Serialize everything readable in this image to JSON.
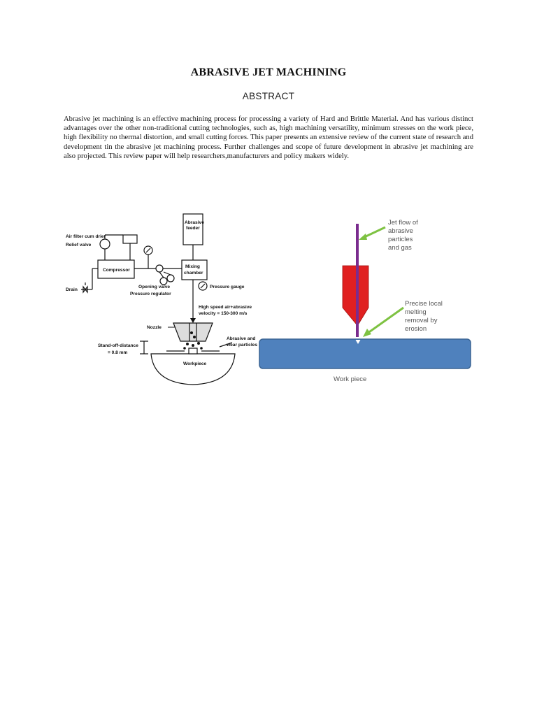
{
  "document": {
    "title": "ABRASIVE JET MACHINING",
    "section_heading": "ABSTRACT",
    "abstract_text": "Abrasive jet machining is an effective machining process for processing a variety of Hard and Brittle Material. And has various distinct advantages over the other non-traditional cutting technologies, such as, high machining versatility, minimum stresses on the work piece, high flexibility no thermal distortion, and small cutting forces. This paper presents an extensive review of the current state of research and development tin the abrasive jet machining process. Further challenges and scope of future development in abrasive jet machining are also projected. This review paper will help researchers,manufacturers and policy makers widely."
  },
  "diagram_left": {
    "labels": {
      "abrasive_feeder_1": "Abrasive",
      "abrasive_feeder_2": "feeder",
      "air_filter": "Air filter cum drier",
      "relief_valve": "Relief valve",
      "compressor": "Compressor",
      "mixing_1": "Mixing",
      "mixing_2": "chamber",
      "opening_valve": "Opening valve",
      "pressure_regulator": "Pressure regulator",
      "drain": "Drain",
      "pressure_gauge": "Pressure gauge",
      "high_speed_1": "High speed air+abrasive",
      "high_speed_2": "velocity = 150-300 m/s",
      "nozzle": "Nozzle",
      "abrasive_wear_1": "Abrasive and",
      "abrasive_wear_2": "wear particles",
      "standoff_1": "Stand-off-distance",
      "standoff_2": "= 0.8 mm",
      "workpiece": "Workpiece"
    }
  },
  "diagram_right": {
    "labels": {
      "jet_flow_1": "Jet flow of",
      "jet_flow_2": "abrasive",
      "jet_flow_3": "particles",
      "jet_flow_4": "and gas",
      "precise_1": "Precise local",
      "precise_2": "melting",
      "precise_3": "removal by",
      "precise_4": "erosion",
      "work_piece": "Work piece"
    },
    "colors": {
      "workpiece_fill": "#4f81bd",
      "workpiece_stroke": "#3a6494",
      "nozzle_fill": "#e02020",
      "jet_line": "#7a2c8e",
      "arrow": "#7ec242"
    }
  }
}
